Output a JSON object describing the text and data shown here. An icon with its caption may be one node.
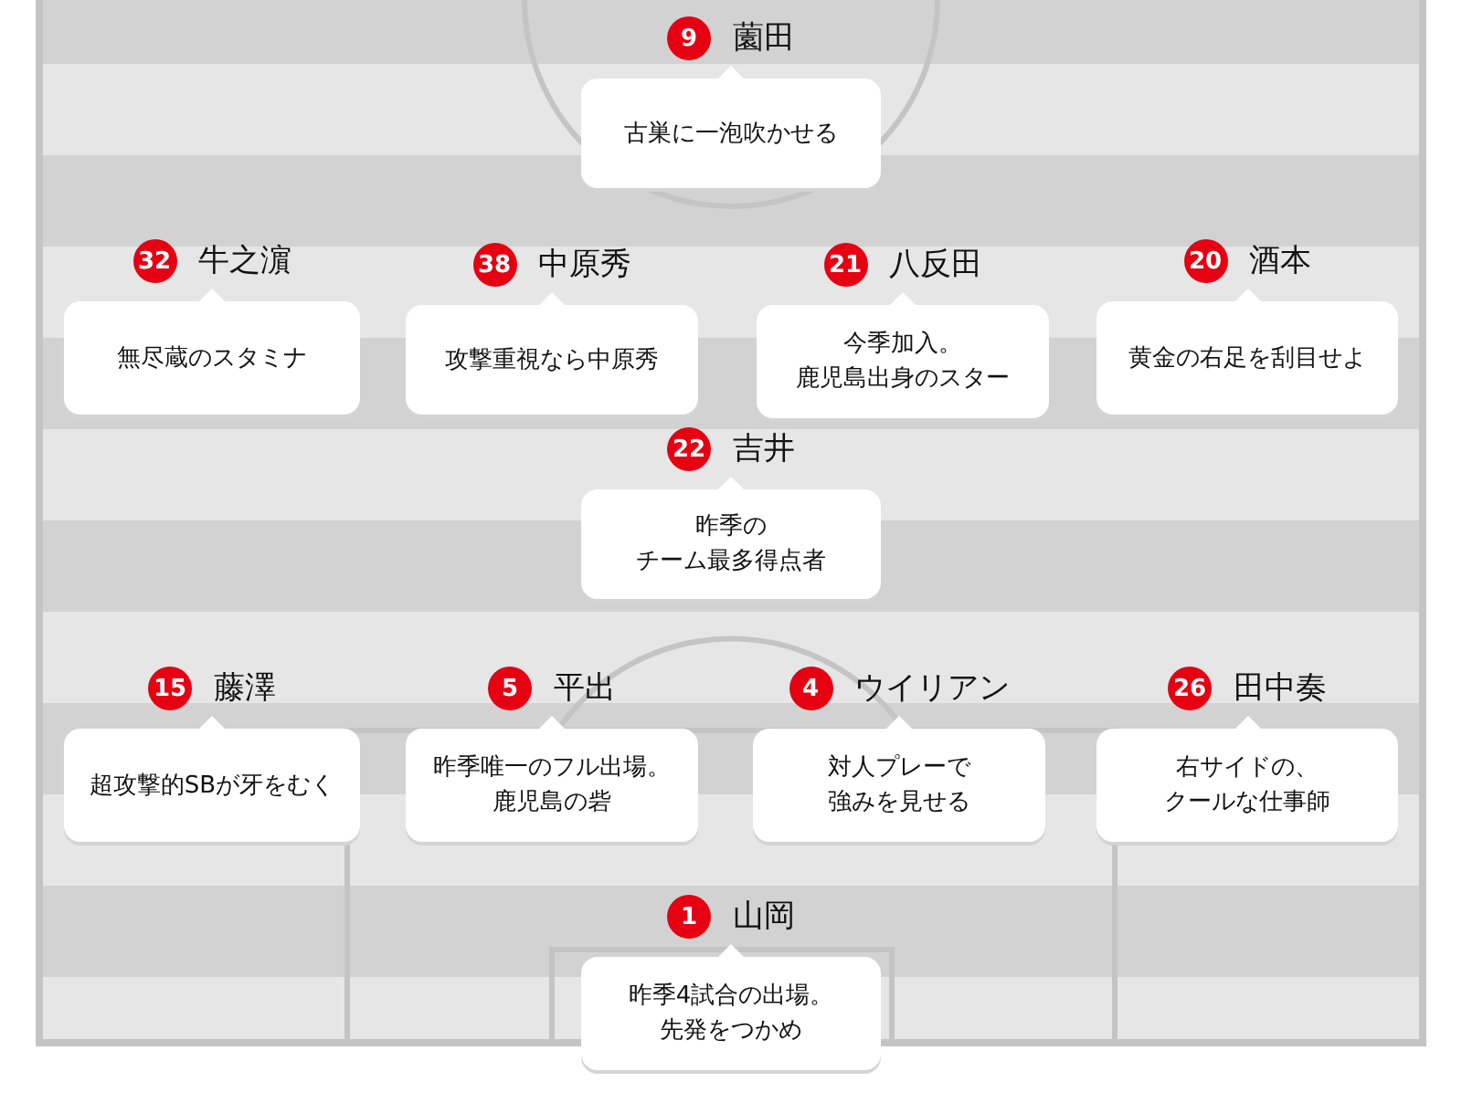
{
  "diagram": {
    "nodes": [
      {
        "text": [
          "9",
          "薗田",
          "古巣に一泡吹かせる"
        ]
      },
      {
        "text": [
          "32",
          "牛之濵",
          "無尽蔵のスタミナ"
        ]
      },
      {
        "text": [
          "38",
          "中原秀",
          "攻撃重視なら中原秀"
        ]
      },
      {
        "text": [
          "21",
          "八反田",
          "今季加入。鹿児島出身のスター"
        ]
      },
      {
        "text": [
          "20",
          "酒本",
          "黄金の右足を刮目せよ"
        ]
      },
      {
        "text": [
          "22",
          "吉井",
          "昨季のチーム最多得点者"
        ]
      },
      {
        "text": [
          "15",
          "藤澤",
          "超攻撃的SBが牙をむく"
        ]
      },
      {
        "text": [
          "5",
          "平出",
          "昨季唯一のフル出場。鹿児島の砦"
        ]
      },
      {
        "text": [
          "4",
          "ウイリアン",
          "対人プレーで強みを見せる"
        ]
      },
      {
        "text": [
          "26",
          "田中奏",
          "右サイドの、クールな仕事師"
        ]
      },
      {
        "text": [
          "1",
          "山岡",
          "昨季4試合の出場。先発をつかめ"
        ]
      }
    ]
  }
}
